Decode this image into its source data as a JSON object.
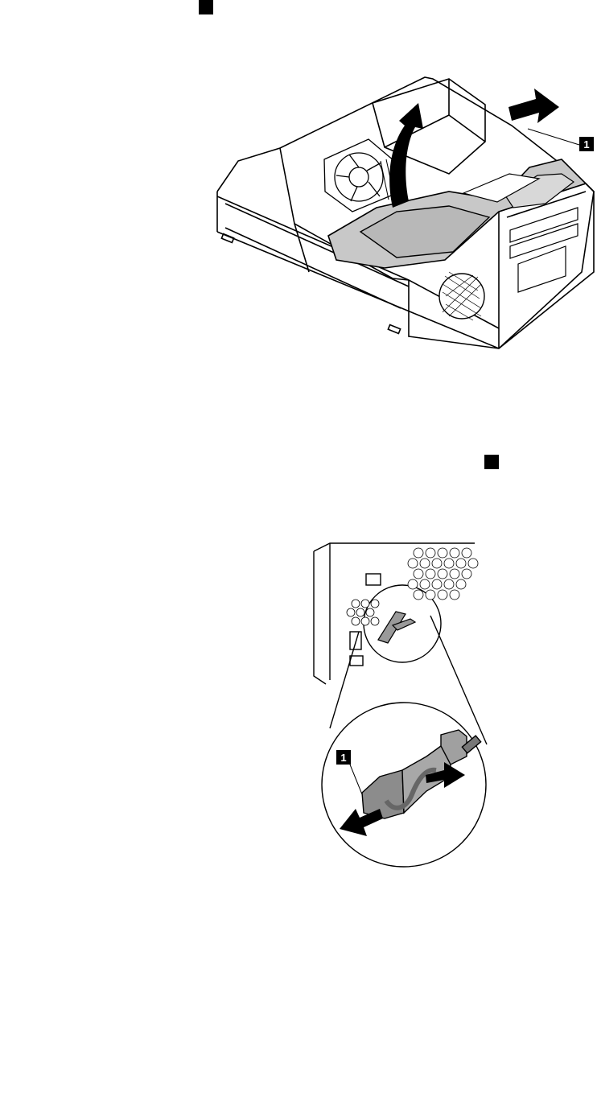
{
  "step_markers": [
    {
      "label": "step-marker-1"
    },
    {
      "label": "step-marker-2"
    }
  ],
  "figure1": {
    "callout": "1",
    "icons": [
      "lift-arrow-icon",
      "push-arrow-icon"
    ]
  },
  "figure2": {
    "callout": "1",
    "icons": [
      "push-arrow-icon",
      "pull-arrow-icon"
    ]
  }
}
